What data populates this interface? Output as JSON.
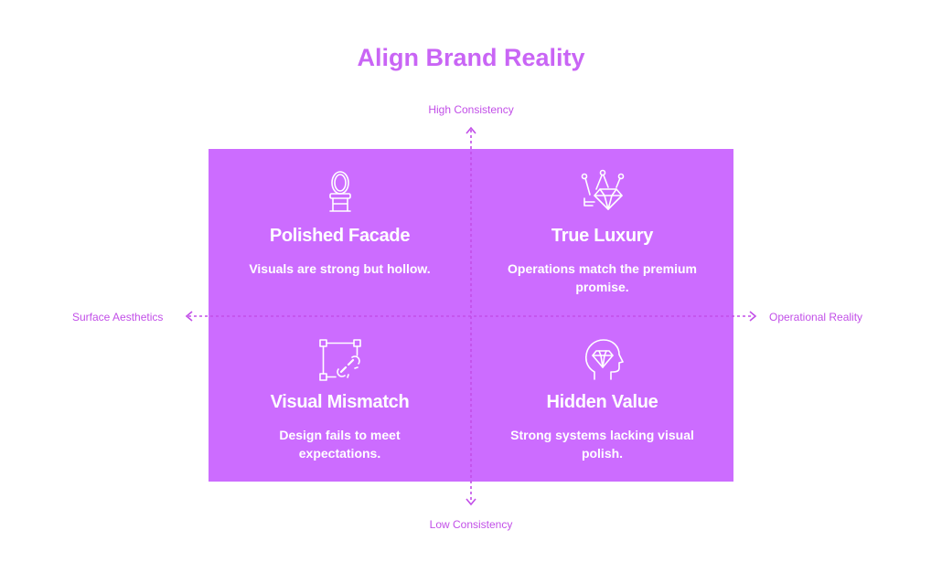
{
  "title": "Align Brand Reality",
  "axes": {
    "top": "High Consistency",
    "bottom": "Low Consistency",
    "left": "Surface Aesthetics",
    "right": "Operational Reality"
  },
  "quadrants": {
    "top_left": {
      "title": "Polished Facade",
      "description": "Visuals are strong but hollow.",
      "icon": "mirror-icon"
    },
    "top_right": {
      "title": "True Luxury",
      "description": "Operations match the premium promise.",
      "icon": "crown-diamond-icon"
    },
    "bottom_left": {
      "title": "Visual Mismatch",
      "description": "Design fails to meet expectations.",
      "icon": "broken-link-frame-icon"
    },
    "bottom_right": {
      "title": "Hidden Value",
      "description": "Strong systems lacking visual polish.",
      "icon": "head-diamond-icon"
    }
  },
  "colors": {
    "quadrant_fill": "#cc6cff",
    "title": "#c965f5",
    "axis": "#c24fe8",
    "text": "#ffffff"
  }
}
